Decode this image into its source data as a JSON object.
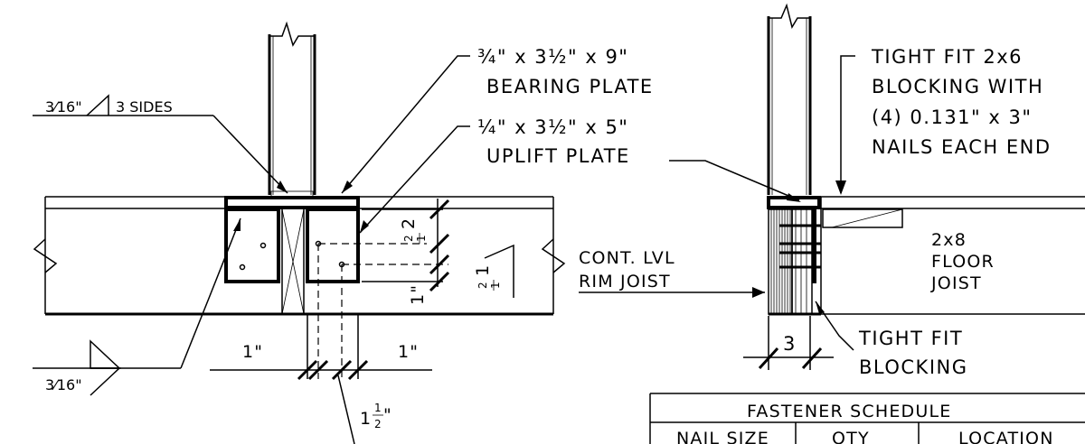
{
  "labels": {
    "bearing_plate_line1": "¾\" x 3½\" x 9\"",
    "bearing_plate_line2": "BEARING PLATE",
    "uplift_plate_line1": "¼\" x 3½\" x 5\"",
    "uplift_plate_line2": "UPLIFT PLATE",
    "weld_top_size": "3⁄16\"",
    "weld_top_note": "3 SIDES",
    "weld_bottom_size": "3⁄16\"",
    "blocking_line1": "TIGHT FIT 2x6",
    "blocking_line2": "BLOCKING WITH",
    "blocking_line3": "(4) 0.131\" x 3\"",
    "blocking_line4": "NAILS EACH END",
    "rim_line1": "CONT. LVL",
    "rim_line2": "RIM JOIST",
    "floor_line1": "2x8",
    "floor_line2": "FLOOR",
    "floor_line3": "JOIST",
    "tight_line1": "TIGHT FIT",
    "tight_line2": "BLOCKING"
  },
  "dimensions": {
    "left_one": "1\"",
    "right_one": "1\"",
    "bottom_whole": "1",
    "bottom_num": "1",
    "bottom_den": "2",
    "bottom_unit": "\"",
    "vert_top_whole": "2",
    "vert_top_num": "1",
    "vert_top_den": "2",
    "vert_mid_whole": "1",
    "vert_mid_num": "1",
    "vert_mid_den": "2",
    "vert_low": "1\"",
    "width_three": "3"
  },
  "schedule": {
    "title": "FASTENER SCHEDULE",
    "headers": [
      "NAIL SIZE",
      "QTY",
      "LOCATION"
    ]
  }
}
